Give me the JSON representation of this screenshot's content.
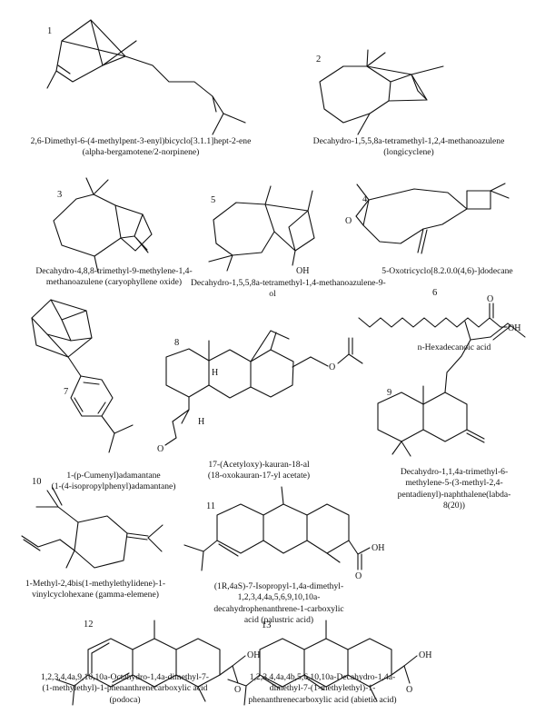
{
  "compounds": [
    {
      "number": "1",
      "lines": [
        "2,6-Dimethyl-6-(4-methylpent-3-enyl)bicyclo[3.1.1]hept-2-ene",
        "(alpha-bergamotene/2-norpinene)"
      ]
    },
    {
      "number": "2",
      "lines": [
        "Decahydro-1,5,5,8a-tetramethyl-1,2,4-methanoazulene",
        "(longicyclene)"
      ]
    },
    {
      "number": "3",
      "lines": [
        "Decahydro-4,8,8-trimethyl-9-methylene-1,4-",
        "methanoazulene (caryophyllene oxide)"
      ]
    },
    {
      "number": "5",
      "lines": [
        "Decahydro-1,5,5,8a-tetramethyl-1,4-methanoazulene-9-",
        "ol"
      ]
    },
    {
      "number": "4",
      "lines": [
        "5-Oxotricyclo[8.2.0.0(4,6)-]dodecane"
      ]
    },
    {
      "number": "6",
      "lines": [
        "n-Hexadecanoic acid"
      ]
    },
    {
      "number": "7",
      "lines": [
        "1-(p-Cumenyl)adamantane",
        "(1-(4-isopropylphenyl)adamantane)"
      ]
    },
    {
      "number": "8",
      "lines": [
        "17-(Acetyloxy)-kauran-18-al",
        "(18-oxokauran-17-yl acetate)"
      ]
    },
    {
      "number": "9",
      "lines": [
        "Decahydro-1,1,4a-trimethyl-6-",
        "methylene-5-(3-methyl-2,4-",
        "pentadienyl)-naphthalene(labda-",
        "8(20))"
      ]
    },
    {
      "number": "10",
      "lines": [
        "1-Methyl-2,4bis(1-methylethylidene)-1-",
        "vinylcyclohexane (gamma-elemene)"
      ]
    },
    {
      "number": "11",
      "lines": [
        "(1R,4aS)-7-Isopropyl-1,4a-dimethyl-",
        "1,2,3,4,4a,5,6,9,10,10a-",
        "decahydrophenanthrene-1-carboxylic",
        "acid (palustric acid)"
      ]
    },
    {
      "number": "12",
      "lines": [
        "1,2,3,4,4a,9,10,10a-Octahydro-1,4a-dimethyl-7-",
        "(1-methylethyl)-1-phenanthrenecarboxylic acid",
        "(podoca)"
      ]
    },
    {
      "number": "13",
      "lines": [
        "1,2,3,4,4a,4b,5,6,10,10a-Decahydro-1,4a-",
        "dimethyl-7-(1-methylethyl)-1-",
        "phenanthrenecarboxylic acid (abietic acid)"
      ]
    }
  ],
  "atom_labels": {
    "oh": "OH",
    "o": "O",
    "h": "H"
  }
}
